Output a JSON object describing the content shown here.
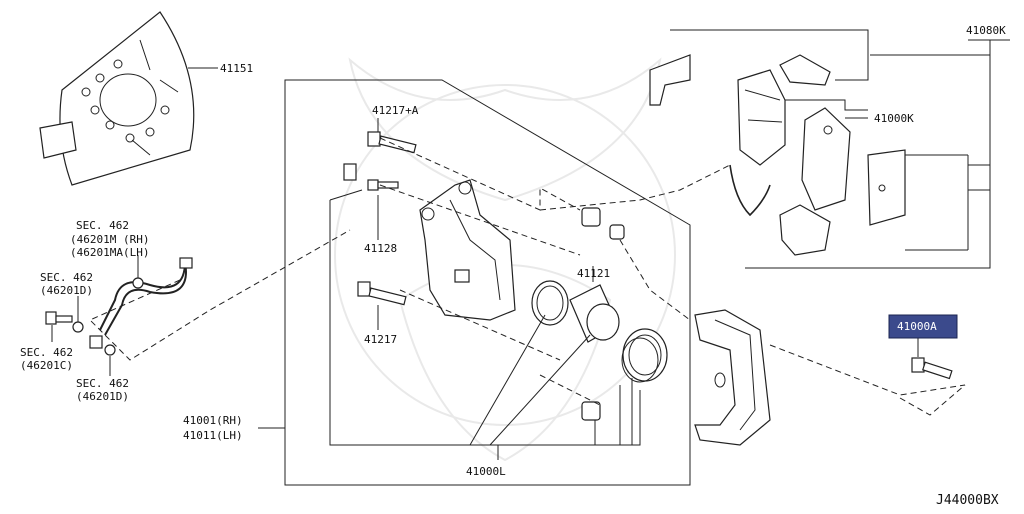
{
  "diagram_code": "J44000BX",
  "labels": {
    "p41151": "41151",
    "p41080k": "41080K",
    "p41000k": "41000K",
    "p41217a": "41217+A",
    "p41128": "41128",
    "p41217": "41217",
    "p41121": "41121",
    "p41000a": "41000A",
    "p41001": "41001(RH)",
    "p41011": "41011(LH)",
    "p41000l": "41000L",
    "sec462_top_1": "SEC. 462",
    "sec462_top_2": "(46201M  (RH)",
    "sec462_top_3": "(46201MA(LH)",
    "sec462_mid_1": "SEC. 462",
    "sec462_mid_2": "(46201D)",
    "sec462_left_1": "SEC. 462",
    "sec462_left_2": "(46201C)",
    "sec462_bot_1": "SEC. 462",
    "sec462_bot_2": "(46201D)"
  },
  "highlight": {
    "part": "41000A",
    "color": "#3b4a8c"
  }
}
